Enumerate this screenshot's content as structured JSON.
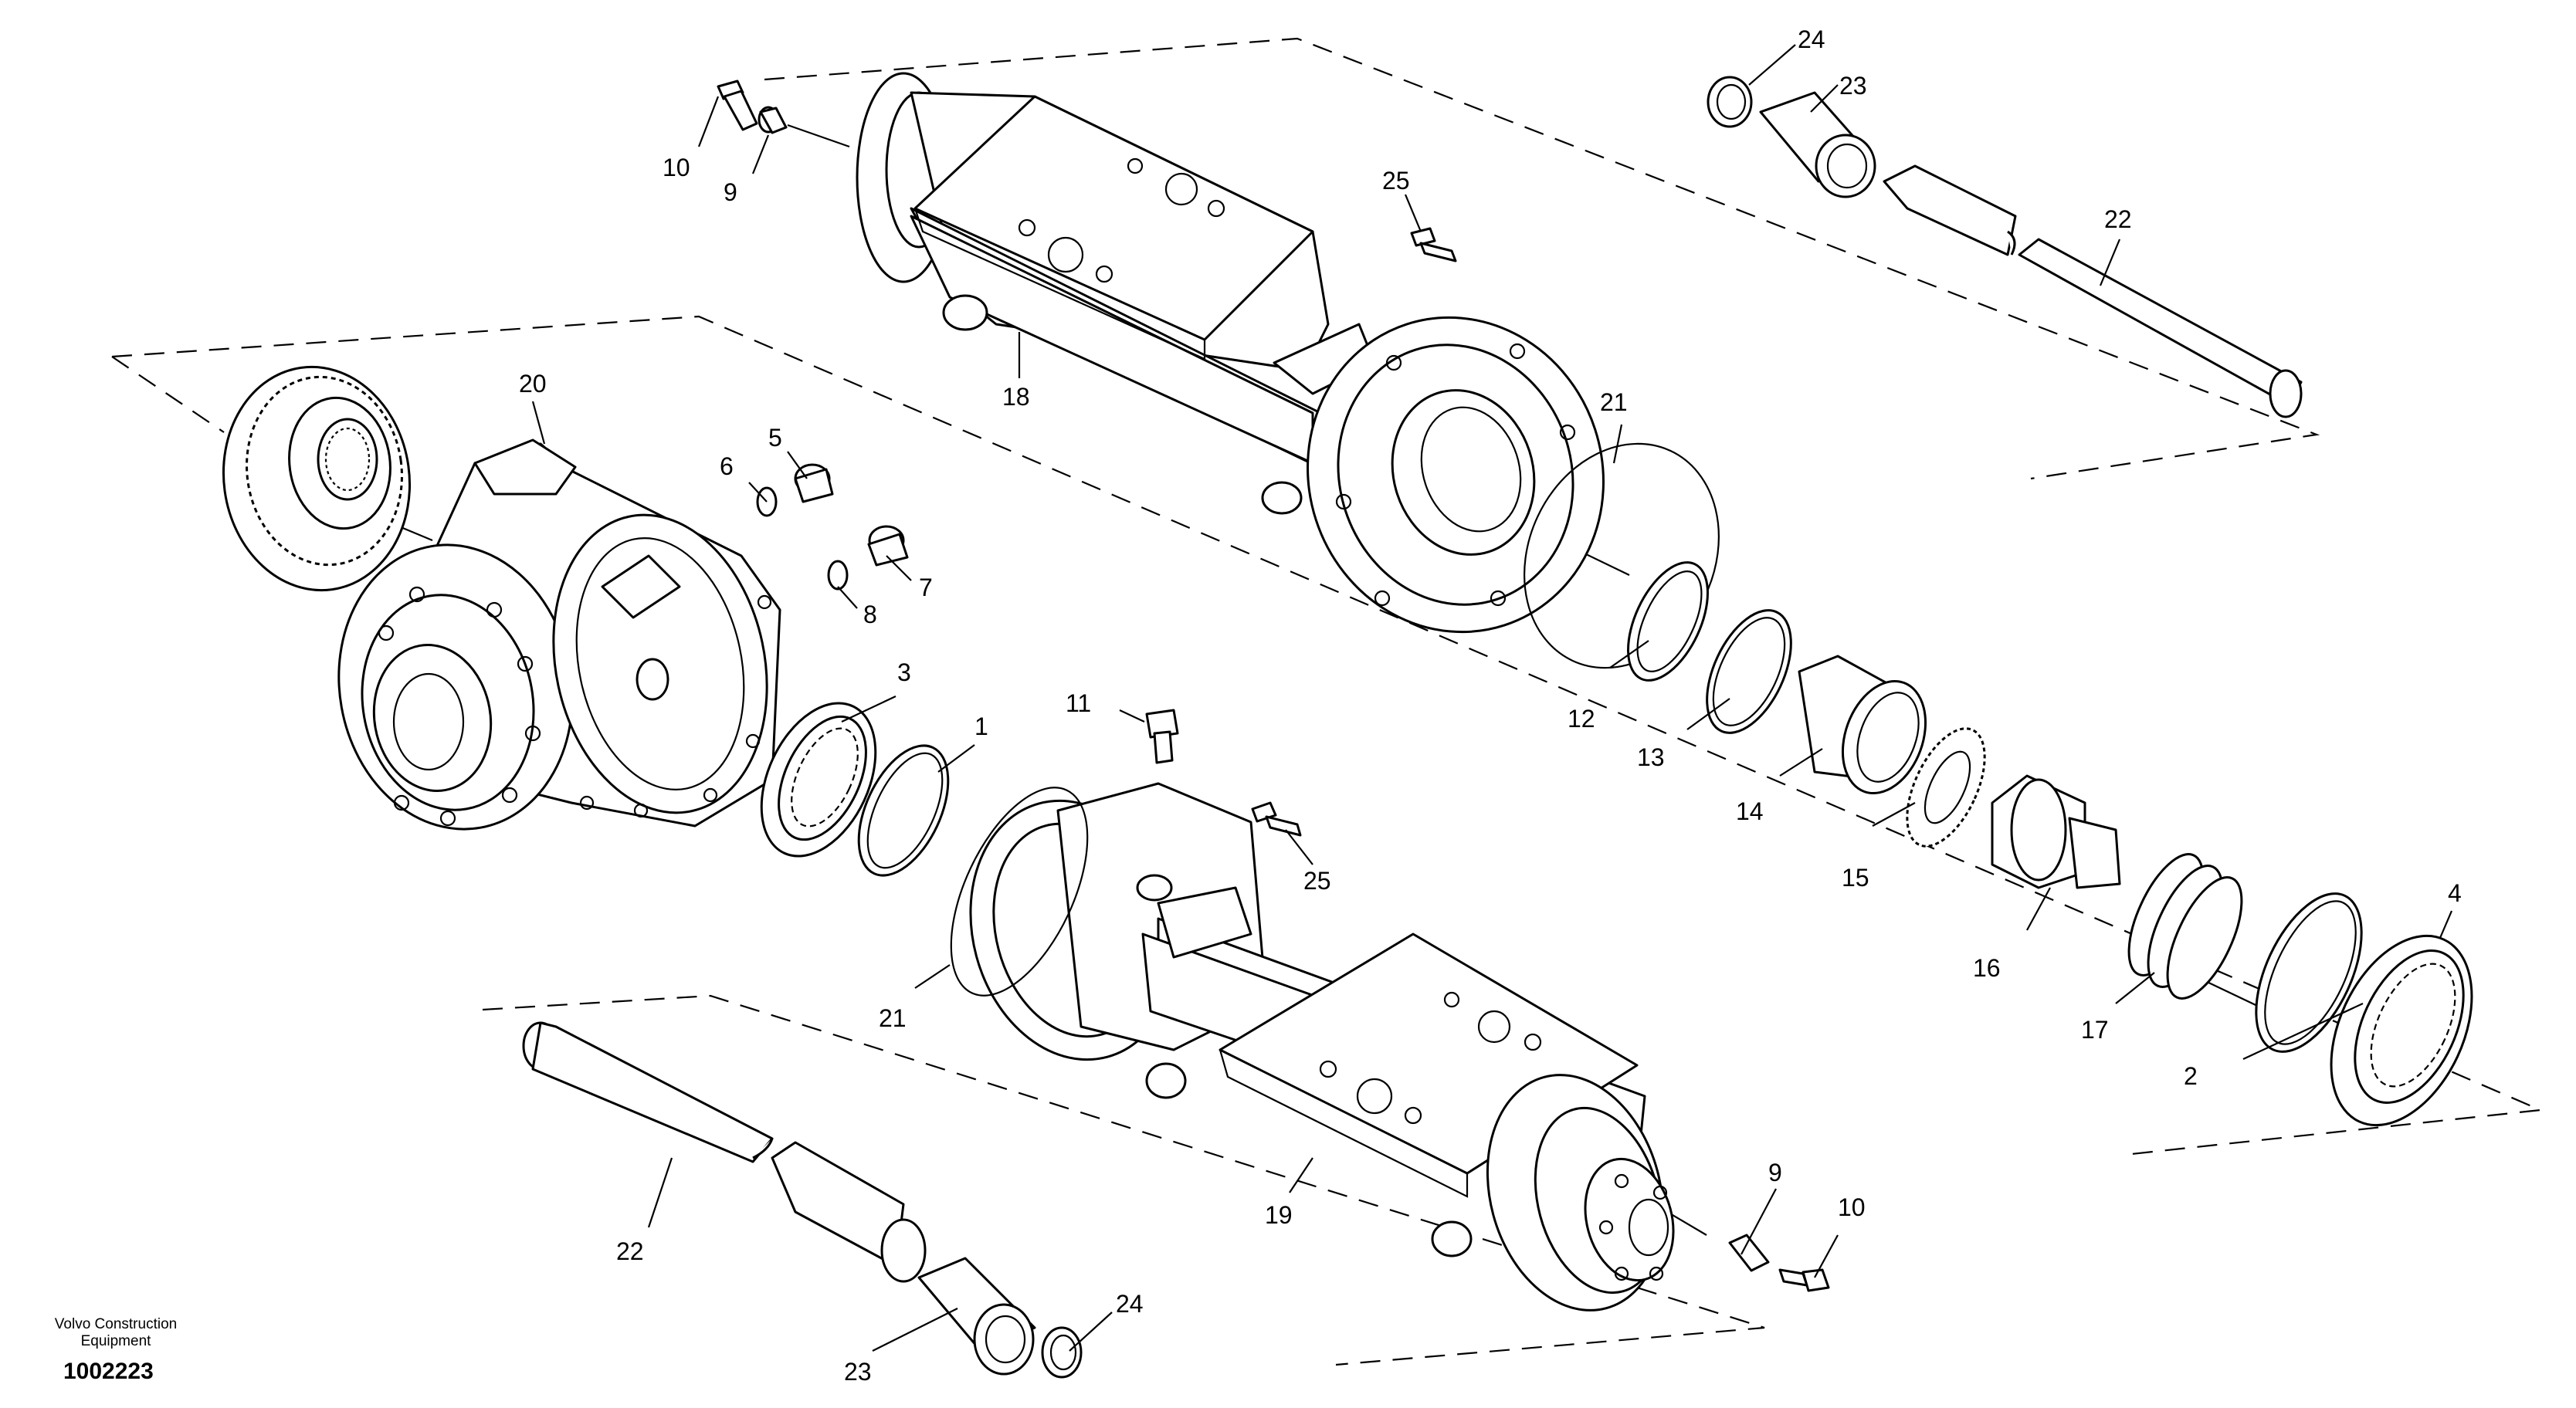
{
  "footer": {
    "brand_line1": "Volvo Construction",
    "brand_line2": "Equipment",
    "drawing_number": "1002223"
  },
  "callouts": [
    {
      "id": "c1",
      "label": "1"
    },
    {
      "id": "c2a",
      "label": "2"
    },
    {
      "id": "c3",
      "label": "3"
    },
    {
      "id": "c4",
      "label": "4"
    },
    {
      "id": "c5",
      "label": "5"
    },
    {
      "id": "c6",
      "label": "6"
    },
    {
      "id": "c7",
      "label": "7"
    },
    {
      "id": "c8",
      "label": "8"
    },
    {
      "id": "c9a",
      "label": "9"
    },
    {
      "id": "c9b",
      "label": "9"
    },
    {
      "id": "c10a",
      "label": "10"
    },
    {
      "id": "c10b",
      "label": "10"
    },
    {
      "id": "c11",
      "label": "11"
    },
    {
      "id": "c12",
      "label": "12"
    },
    {
      "id": "c13",
      "label": "13"
    },
    {
      "id": "c14",
      "label": "14"
    },
    {
      "id": "c15",
      "label": "15"
    },
    {
      "id": "c16",
      "label": "16"
    },
    {
      "id": "c17",
      "label": "17"
    },
    {
      "id": "c18",
      "label": "18"
    },
    {
      "id": "c19",
      "label": "19"
    },
    {
      "id": "c20",
      "label": "20"
    },
    {
      "id": "c21a",
      "label": "21"
    },
    {
      "id": "c21b",
      "label": "21"
    },
    {
      "id": "c22a",
      "label": "22"
    },
    {
      "id": "c22b",
      "label": "22"
    },
    {
      "id": "c23a",
      "label": "23"
    },
    {
      "id": "c23b",
      "label": "23"
    },
    {
      "id": "c24a",
      "label": "24"
    },
    {
      "id": "c24b",
      "label": "24"
    },
    {
      "id": "c25a",
      "label": "25"
    },
    {
      "id": "c25b",
      "label": "25"
    }
  ]
}
